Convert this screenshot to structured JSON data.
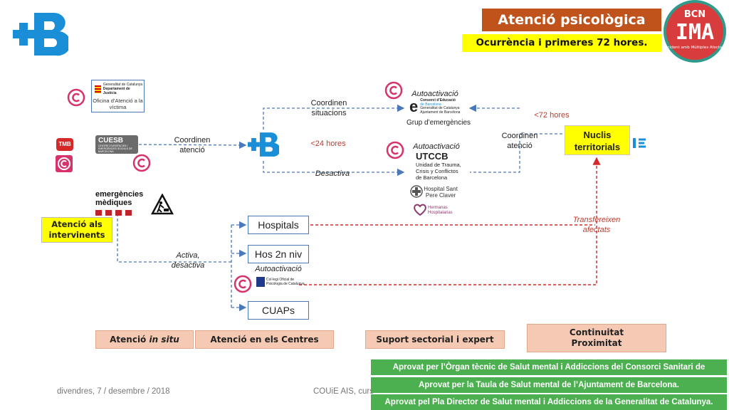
{
  "header": {
    "title": "Atenció psicològica",
    "subtitle": "Ocurrència i primeres 72 hores.",
    "ima_badge": {
      "line1": "BCN",
      "line2": "IMA",
      "caption": "Incident amb Múltiples Afectats"
    }
  },
  "orgs": {
    "oficina": {
      "top": "Generalitat de Catalunya",
      "dept": "Departament de Justícia",
      "name": "Oficina d’Atenció a la víctima"
    },
    "cuesb": {
      "name": "CUESB",
      "desc": "CENTRE D'URGÈNCIES I EMERGÈNCIES SOCIALS DE BARCELONA"
    },
    "tmb": "TMB",
    "emergencies": {
      "line1": "emergències",
      "line2": "mèdiques"
    },
    "consorci": {
      "letter": "e",
      "line1": "Consorci d’Educació",
      "line2": "de Barcelona",
      "line3": "Generalitat de Catalunya",
      "line4": "Ajuntament de Barcelona"
    },
    "grup_emergencies": "Grup d’emergències",
    "utccb": {
      "name": "UTCCB",
      "line1": "Unidad de Trauma,",
      "line2": "Crisis y Conflictos",
      "line3": "de Barcelona"
    },
    "hospital_sant": {
      "line1": "Hospital Sant",
      "line2": "Pere Claver"
    },
    "hermanas": {
      "line1": "Hermanas",
      "line2": "Hospitalarias"
    },
    "collegi": {
      "line1": "Col·legi Oficial de",
      "line2": "Psicologia de Catalunya"
    }
  },
  "labels": {
    "coordinen_situacions": [
      "Coordinen",
      "situacions"
    ],
    "coordinen_atencio_left": [
      "Coordinen",
      "atenció"
    ],
    "coordinen_atencio_right": [
      "Coordinen",
      "atenció"
    ],
    "autoactivacio": "Autoactivació",
    "lt24": "<24 hores",
    "lt72": "<72 hores",
    "desactiva": "Desactiva",
    "activa_desactiva": [
      "Activa,",
      "desactiva"
    ],
    "transfereixen": [
      "Transfereixen",
      "afectats"
    ]
  },
  "boxes": {
    "hospitals": "Hospitals",
    "hos2": "Hos 2n niv",
    "cuaps": "CUAPs",
    "nuclis": [
      "Nuclis",
      "territorials"
    ],
    "atencio_intervinents": [
      "Atenció als",
      "intervinents"
    ]
  },
  "bottom": {
    "in_situ_prefix": "Atenció ",
    "in_situ_italic": "in situ",
    "centres": "Atenció en els Centres",
    "suport": "Suport sectorial i expert",
    "continuitat": [
      "Continuitat",
      "Proximitat"
    ]
  },
  "approvals": [
    "Aprovat per l’Òrgan tècnic de Salut mental i Addiccions del Consorci Sanitari de Barcelona.",
    "Aprovat per la Taula de Salut mental de l’Ajuntament de Barcelona.",
    "Aprovat pel Pla Director de Salut mental i Addiccions de la Generalitat de Catalunya."
  ],
  "footer": {
    "date": "divendres, 7 / desembre / 2018",
    "course": "COUiE AIS, curs"
  },
  "colors": {
    "brand_blue": "#1a8fd8",
    "title_bg": "#c0531c",
    "highlight": "#ffff00",
    "approval_green": "#4caf50",
    "copyright_red": "#d6336c"
  }
}
